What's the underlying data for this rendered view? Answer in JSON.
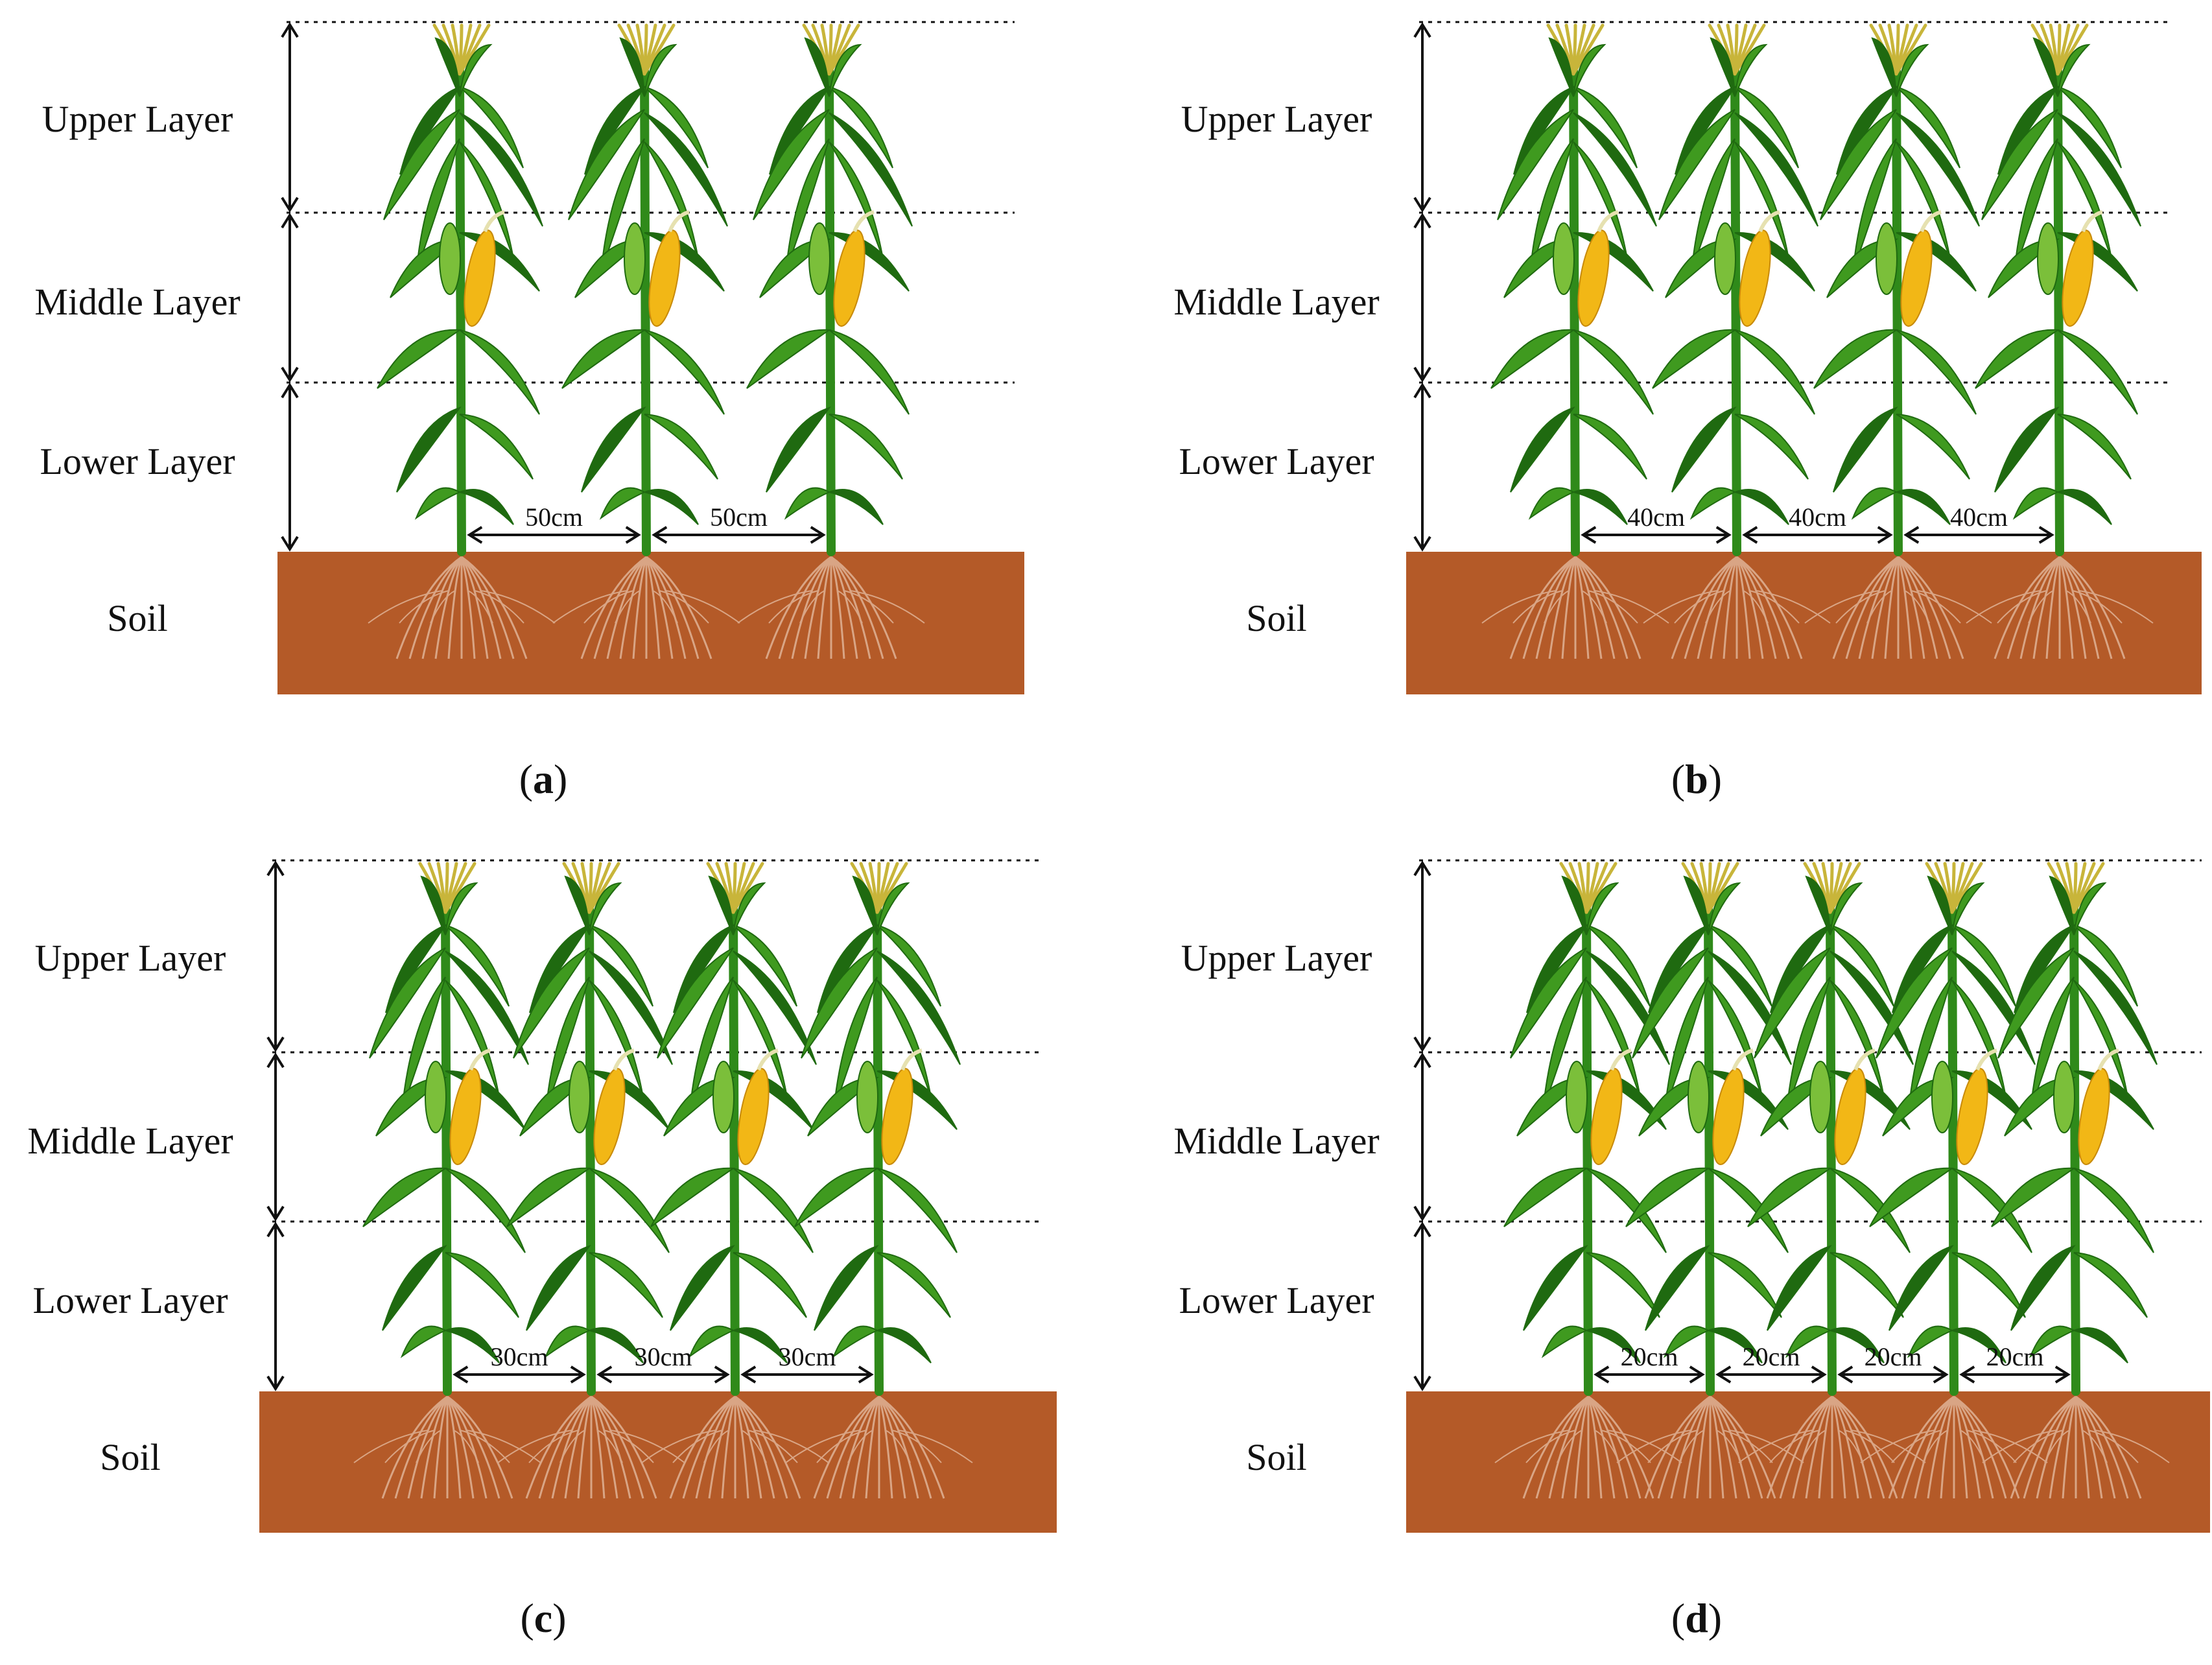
{
  "layers": {
    "upper": "Upper Layer",
    "middle": "Middle Layer",
    "lower": "Lower Layer",
    "soil": "Soil"
  },
  "colors": {
    "soil": "#b45a28",
    "root": "#d9a585",
    "leaf": "#3f9a1f",
    "leaf_dark": "#1f6a10",
    "stalk": "#2f8a1a",
    "cob": "#f2b716",
    "tassel": "#c8b53a"
  },
  "panels": [
    {
      "id": "a",
      "caption_open": "(",
      "caption_letter": "a",
      "caption_close": ")",
      "plants": 3,
      "spacing": "50cm"
    },
    {
      "id": "b",
      "caption_open": "(",
      "caption_letter": "b",
      "caption_close": ")",
      "plants": 4,
      "spacing": "40cm"
    },
    {
      "id": "c",
      "caption_open": "(",
      "caption_letter": "c",
      "caption_close": ")",
      "plants": 4,
      "spacing": "30cm"
    },
    {
      "id": "d",
      "caption_open": "(",
      "caption_letter": "d",
      "caption_close": ")",
      "plants": 5,
      "spacing": "20cm"
    }
  ]
}
